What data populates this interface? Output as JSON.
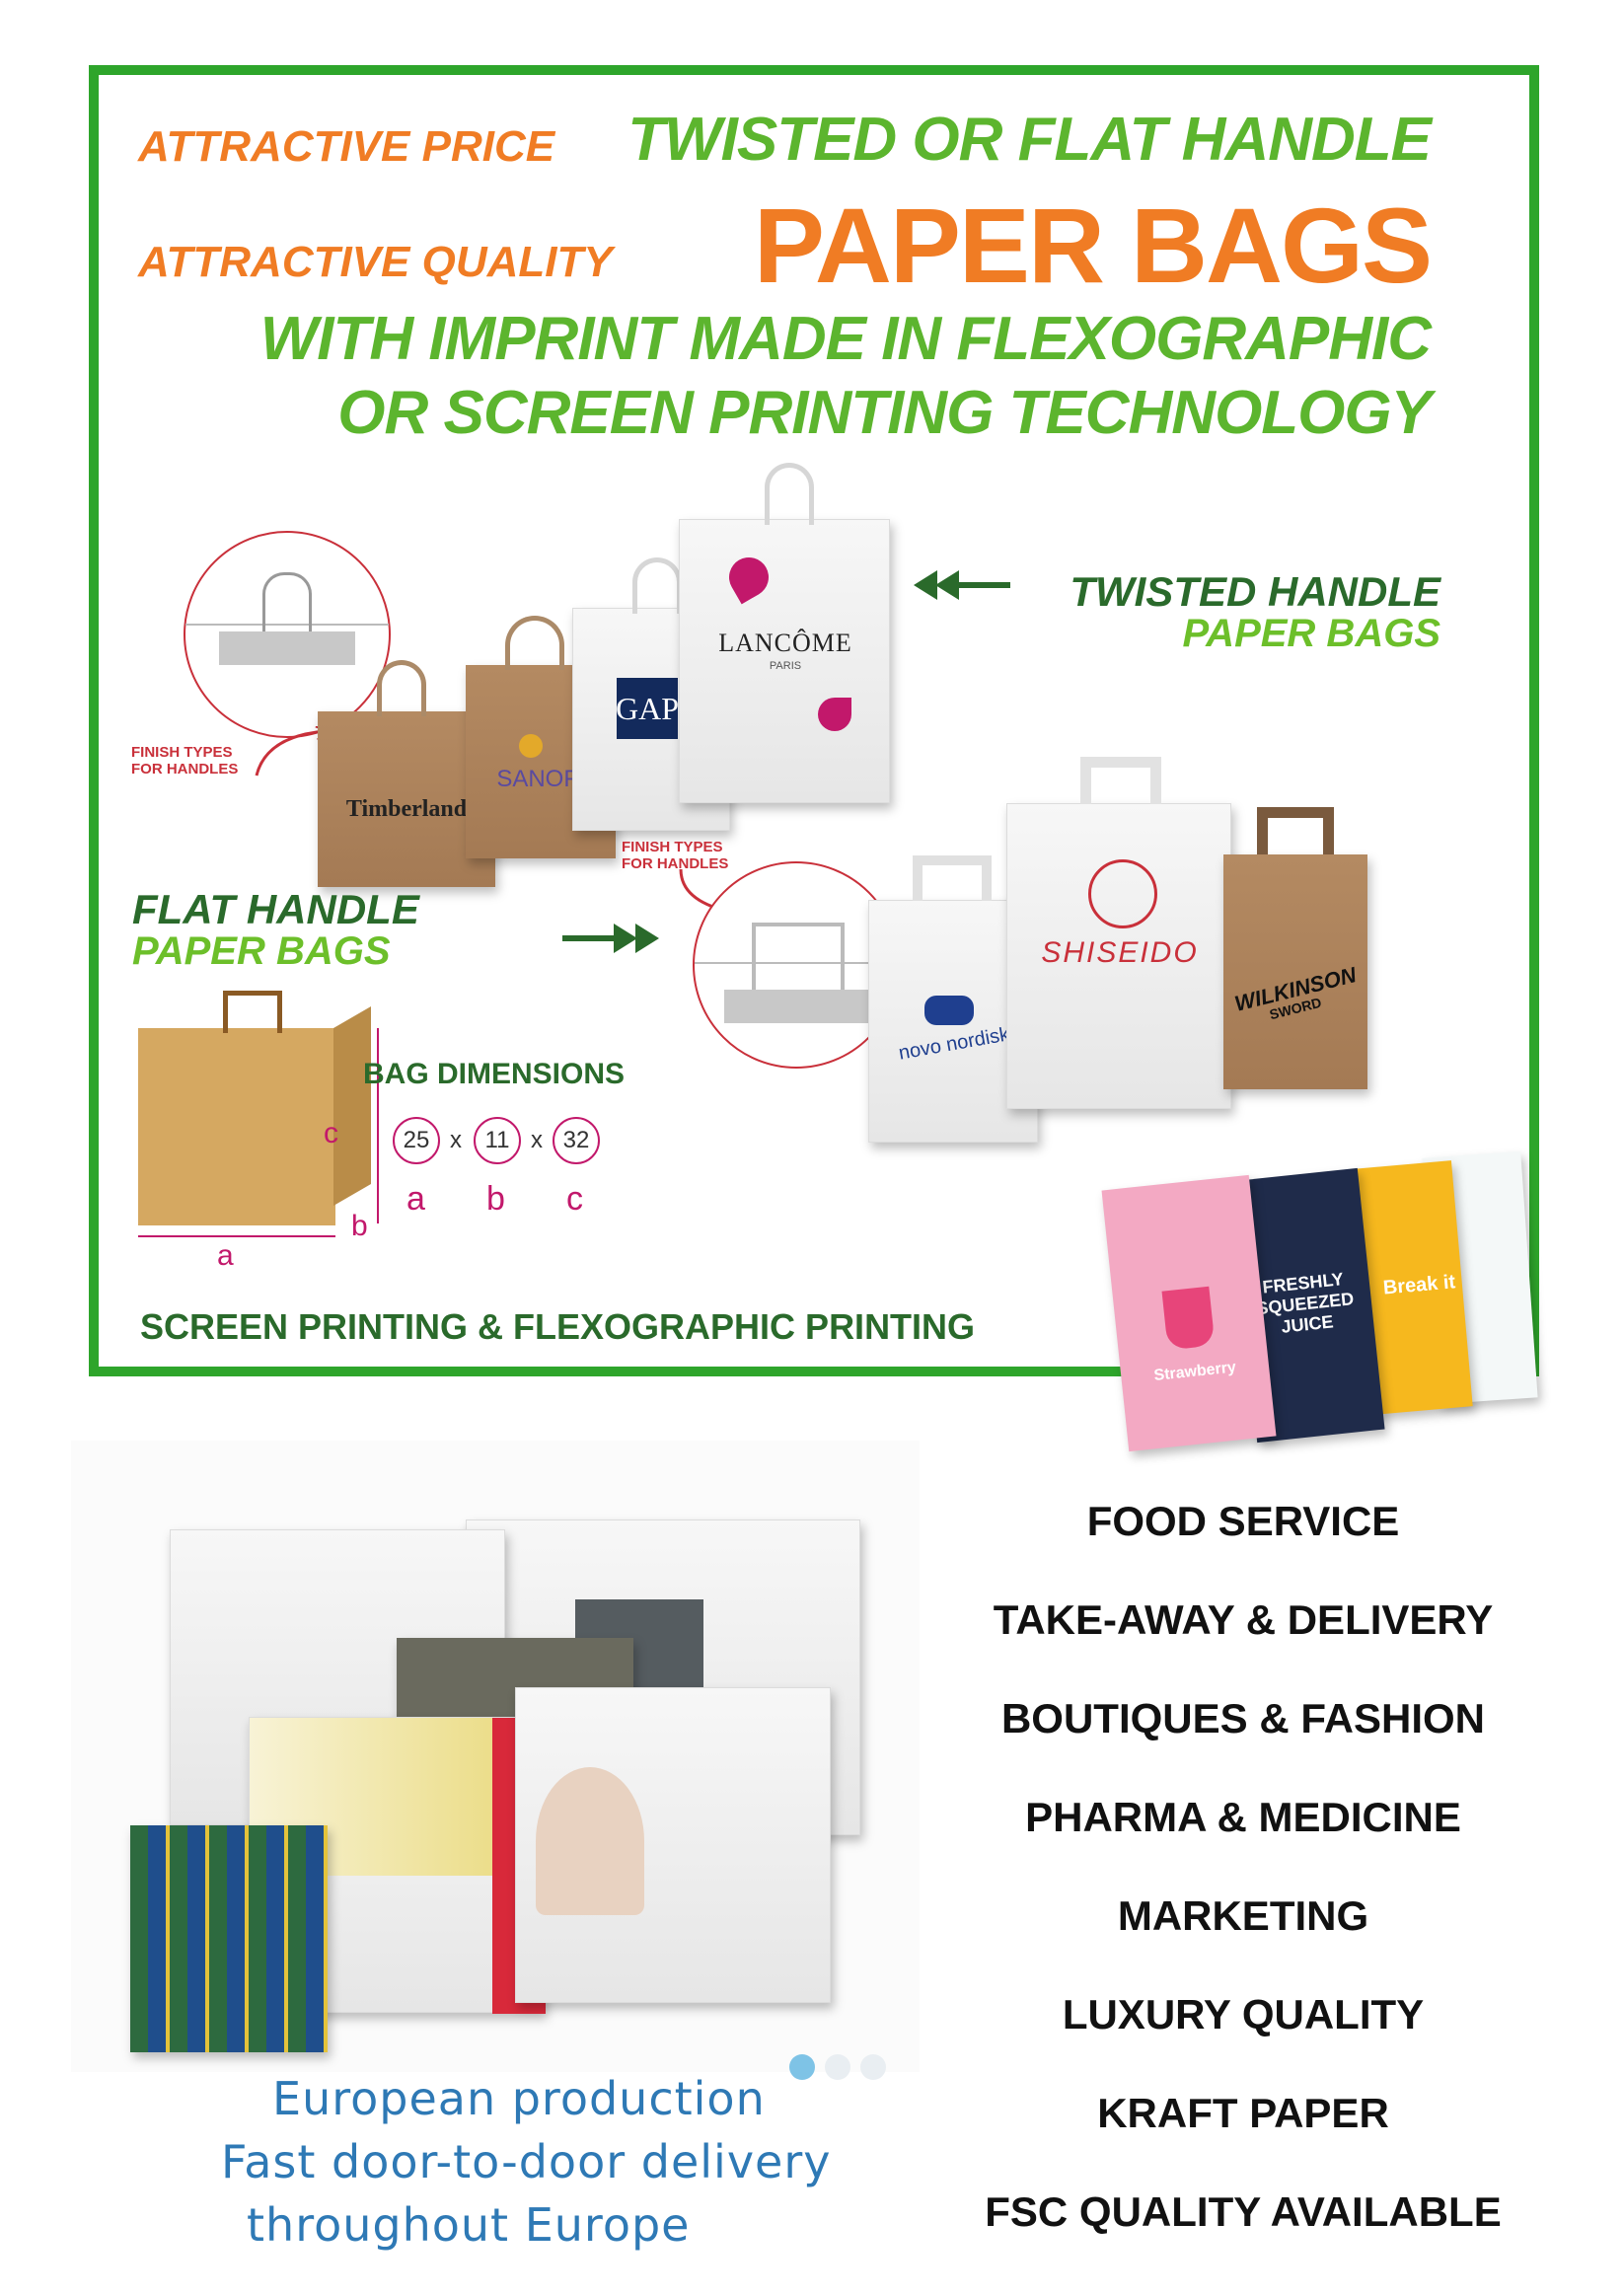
{
  "header": {
    "attractive_price": "ATTRACTIVE PRICE",
    "attractive_quality": "ATTRACTIVE QUALITY",
    "title_line1": "TWISTED OR FLAT HANDLE",
    "title_line2": "PAPER BAGS",
    "title_line3": "WITH IMPRINT MADE IN FLEXOGRAPHIC",
    "title_line4": "OR SCREEN PRINTING TECHNOLOGY"
  },
  "twisted": {
    "label_line1": "TWISTED HANDLE",
    "label_line2": "PAPER BAGS",
    "finish_label": "FINISH TYPES\nFOR HANDLES",
    "bag_brands": [
      "Timberland",
      "SANOFI",
      "GAP",
      "LANCÔME"
    ],
    "lancome_sub": "PARIS"
  },
  "flat": {
    "label_line1": "FLAT HANDLE",
    "label_line2": "PAPER BAGS",
    "finish_label": "FINISH TYPES\nFOR HANDLES",
    "bag_brands": [
      "novo nordisk",
      "SHISEIDO",
      "WILKINSON",
      "SWORD"
    ]
  },
  "dimensions": {
    "title": "BAG DIMENSIONS",
    "values": [
      "25",
      "11",
      "32"
    ],
    "sep": "x",
    "letters": [
      "a",
      "b",
      "c"
    ],
    "diagram_labels": [
      "a",
      "b",
      "c"
    ]
  },
  "printing": "SCREEN PRINTING & FLEXOGRAPHIC PRINTING",
  "colorful_bags": [
    "Strawberry",
    "FRESHLY SQUEEZED JUICE",
    "Break it"
  ],
  "use_cases": [
    "FOOD SERVICE",
    "TAKE-AWAY & DELIVERY",
    "BOUTIQUES & FASHION",
    "PHARMA & MEDICINE",
    "MARKETING",
    "LUXURY QUALITY",
    "KRAFT PAPER",
    "FSC QUALITY AVAILABLE"
  ],
  "footer_lines": [
    "European production",
    "Fast door-to-door delivery",
    "throughout Europe"
  ],
  "colors": {
    "frame_green": "#2ea52b",
    "orange": "#f07c24",
    "dark_green": "#2a6a2b",
    "lime": "#6cbf2a",
    "accent_red": "#c9303a",
    "magenta": "#c2186b",
    "blue": "#2e79b5"
  },
  "icons": [
    "double-left-arrow-icon",
    "double-right-arrow-icon",
    "down-arrow-icon"
  ]
}
